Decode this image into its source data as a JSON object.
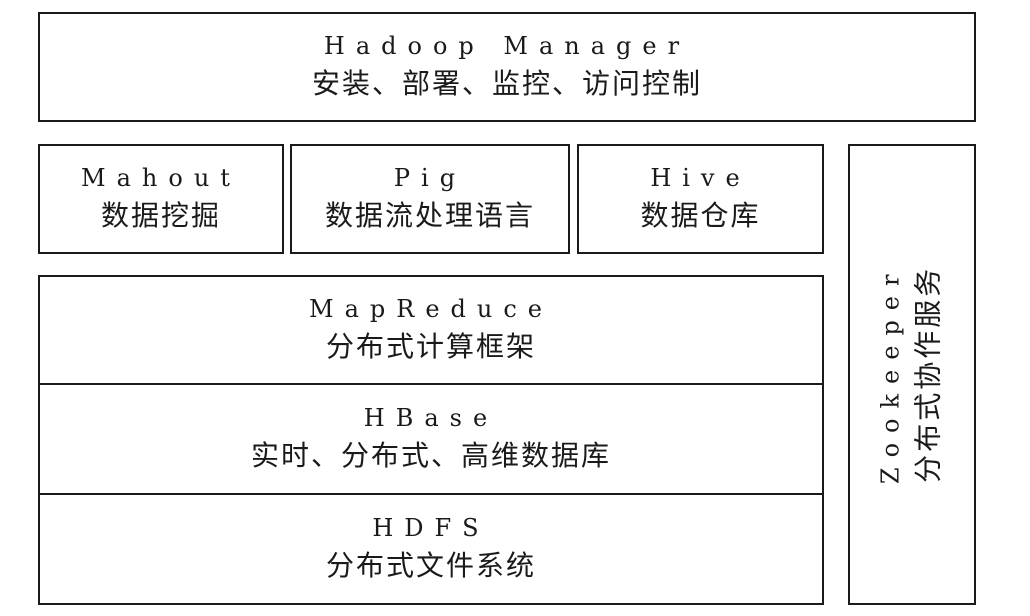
{
  "manager": {
    "title": "Hadoop Manager",
    "subtitle": "安装、部署、监控、访问控制"
  },
  "tools": [
    {
      "title": "Mahout",
      "subtitle": "数据挖掘"
    },
    {
      "title": "Pig",
      "subtitle": "数据流处理语言"
    },
    {
      "title": "Hive",
      "subtitle": "数据仓库"
    }
  ],
  "stack": [
    {
      "title": "MapReduce",
      "subtitle": "分布式计算框架"
    },
    {
      "title": "HBase",
      "subtitle": "实时、分布式、高维数据库"
    },
    {
      "title": "HDFS",
      "subtitle": "分布式文件系统"
    }
  ],
  "zookeeper": {
    "title": "Zookeeper",
    "subtitle": "分布式协作服务"
  }
}
